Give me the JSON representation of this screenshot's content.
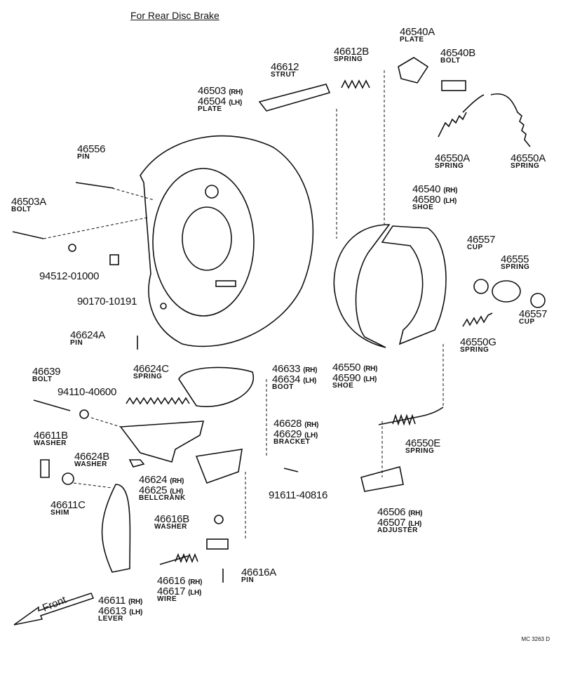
{
  "title": "For Rear Disc Brake",
  "front_label": "Front",
  "figure_code": "MC 3263 D",
  "callouts": [
    {
      "id": "c1",
      "lines": [
        {
          "part": "46612B",
          "side": ""
        }
      ],
      "name": "SPRING"
    },
    {
      "id": "c2",
      "lines": [
        {
          "part": "46540A",
          "side": ""
        }
      ],
      "name": "PLATE"
    },
    {
      "id": "c3",
      "lines": [
        {
          "part": "46540B",
          "side": ""
        }
      ],
      "name": "BOLT"
    },
    {
      "id": "c4",
      "lines": [
        {
          "part": "46612",
          "side": ""
        }
      ],
      "name": "STRUT"
    },
    {
      "id": "c5",
      "lines": [
        {
          "part": "46503",
          "side": "(RH)"
        },
        {
          "part": "46504",
          "side": "(LH)"
        }
      ],
      "name": "PLATE"
    },
    {
      "id": "c6",
      "lines": [
        {
          "part": "46550A",
          "side": ""
        }
      ],
      "name": "SPRING"
    },
    {
      "id": "c7",
      "lines": [
        {
          "part": "46550A",
          "side": ""
        }
      ],
      "name": "SPRING"
    },
    {
      "id": "c8",
      "lines": [
        {
          "part": "46556",
          "side": ""
        }
      ],
      "name": "PIN"
    },
    {
      "id": "c9",
      "lines": [
        {
          "part": "46503A",
          "side": ""
        }
      ],
      "name": "BOLT"
    },
    {
      "id": "c10",
      "lines": [
        {
          "part": "46540",
          "side": "(RH)"
        },
        {
          "part": "46580",
          "side": "(LH)"
        }
      ],
      "name": "SHOE"
    },
    {
      "id": "c11",
      "lines": [
        {
          "part": "94512-01000",
          "side": ""
        }
      ],
      "name": ""
    },
    {
      "id": "c12",
      "lines": [
        {
          "part": "90170-10191",
          "side": ""
        }
      ],
      "name": ""
    },
    {
      "id": "c13",
      "lines": [
        {
          "part": "46557",
          "side": ""
        }
      ],
      "name": "CUP"
    },
    {
      "id": "c14",
      "lines": [
        {
          "part": "46555",
          "side": ""
        }
      ],
      "name": "SPRING"
    },
    {
      "id": "c15",
      "lines": [
        {
          "part": "46557",
          "side": ""
        }
      ],
      "name": "CUP"
    },
    {
      "id": "c16",
      "lines": [
        {
          "part": "46624A",
          "side": ""
        }
      ],
      "name": "PIN"
    },
    {
      "id": "c17",
      "lines": [
        {
          "part": "46550G",
          "side": ""
        }
      ],
      "name": "SPRING"
    },
    {
      "id": "c18",
      "lines": [
        {
          "part": "46639",
          "side": ""
        }
      ],
      "name": "BOLT"
    },
    {
      "id": "c19",
      "lines": [
        {
          "part": "46624C",
          "side": ""
        }
      ],
      "name": "SPRING"
    },
    {
      "id": "c20",
      "lines": [
        {
          "part": "46633",
          "side": "(RH)"
        },
        {
          "part": "46634",
          "side": "(LH)"
        }
      ],
      "name": "BOOT"
    },
    {
      "id": "c21",
      "lines": [
        {
          "part": "46550",
          "side": "(RH)"
        },
        {
          "part": "46590",
          "side": "(LH)"
        }
      ],
      "name": "SHOE"
    },
    {
      "id": "c22",
      "lines": [
        {
          "part": "94110-40600",
          "side": ""
        }
      ],
      "name": ""
    },
    {
      "id": "c23",
      "lines": [
        {
          "part": "46628",
          "side": "(RH)"
        },
        {
          "part": "46629",
          "side": "(LH)"
        }
      ],
      "name": "BRACKET"
    },
    {
      "id": "c24",
      "lines": [
        {
          "part": "46611B",
          "side": ""
        }
      ],
      "name": "WASHER"
    },
    {
      "id": "c25",
      "lines": [
        {
          "part": "46624B",
          "side": ""
        }
      ],
      "name": "WASHER"
    },
    {
      "id": "c26",
      "lines": [
        {
          "part": "46550E",
          "side": ""
        }
      ],
      "name": "SPRING"
    },
    {
      "id": "c27",
      "lines": [
        {
          "part": "46624",
          "side": "(RH)"
        },
        {
          "part": "46625",
          "side": "(LH)"
        }
      ],
      "name": "BELLCRANK"
    },
    {
      "id": "c28",
      "lines": [
        {
          "part": "91611-40816",
          "side": ""
        }
      ],
      "name": ""
    },
    {
      "id": "c29",
      "lines": [
        {
          "part": "46611C",
          "side": ""
        }
      ],
      "name": "SHIM"
    },
    {
      "id": "c30",
      "lines": [
        {
          "part": "46616B",
          "side": ""
        }
      ],
      "name": "WASHER"
    },
    {
      "id": "c31",
      "lines": [
        {
          "part": "46506",
          "side": "(RH)"
        },
        {
          "part": "46507",
          "side": "(LH)"
        }
      ],
      "name": "ADJUSTER"
    },
    {
      "id": "c32",
      "lines": [
        {
          "part": "46616A",
          "side": ""
        }
      ],
      "name": "PIN"
    },
    {
      "id": "c33",
      "lines": [
        {
          "part": "46616",
          "side": "(RH)"
        },
        {
          "part": "46617",
          "side": "(LH)"
        }
      ],
      "name": "WIRE"
    },
    {
      "id": "c34",
      "lines": [
        {
          "part": "46611",
          "side": "(RH)"
        },
        {
          "part": "46613",
          "side": "(LH)"
        }
      ],
      "name": "LEVER"
    }
  ]
}
